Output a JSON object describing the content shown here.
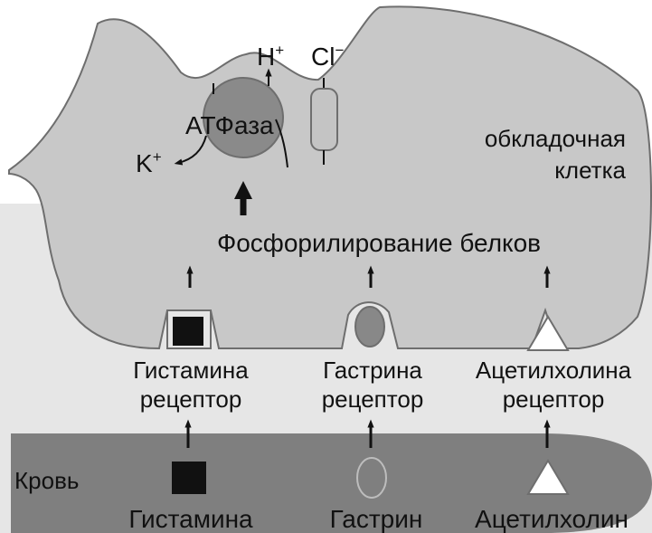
{
  "colors": {
    "background_top": "#ffffff",
    "background_bottom": "#e6e6e6",
    "cell_fill": "#c8c8c8",
    "cell_stroke": "#6e6e6e",
    "blood_fill": "#7f7f7f",
    "atpase_fill": "#8a8a8a",
    "channel_fill": "#c4c4c4",
    "gastrin_fill": "#888888",
    "black_square": "#111111",
    "white_triangle": "#ffffff"
  },
  "ions": {
    "h": "H",
    "h_charge": "+",
    "cl": "Cl",
    "cl_charge": "−",
    "k": "K",
    "k_charge": "+"
  },
  "pump": {
    "label": "АТФаза"
  },
  "cell": {
    "label_line1": "обкладочная",
    "label_line2": "клетка"
  },
  "process": {
    "label": "Фосфорилирование белков"
  },
  "receptors": [
    {
      "line1": "Гистамина",
      "line2": "рецептор",
      "icon": "square-icon"
    },
    {
      "line1": "Гастрина",
      "line2": "рецептор",
      "icon": "oval-icon"
    },
    {
      "line1": "Ацетилхолина",
      "line2": "рецептор",
      "icon": "triangle-icon"
    }
  ],
  "blood": {
    "label": "Кровь"
  },
  "ligands": [
    {
      "label": "Гистамина",
      "icon": "square-icon"
    },
    {
      "label": "Гастрин",
      "icon": "oval-icon"
    },
    {
      "label": "Ацетилхолин",
      "icon": "triangle-icon"
    }
  ]
}
